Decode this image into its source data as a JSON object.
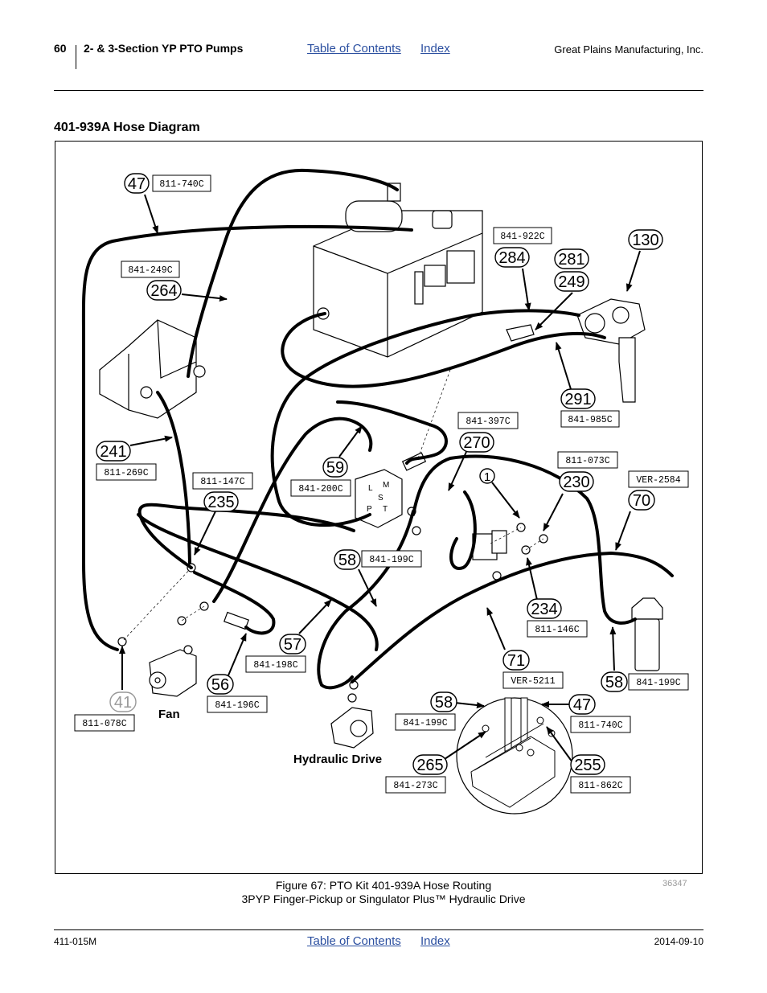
{
  "header": {
    "page_number": "60",
    "section_title": "2- & 3-Section YP PTO Pumps",
    "toc_link": "Table of Contents",
    "index_link": "Index",
    "company": "Great Plains Manufacturing, Inc."
  },
  "section": {
    "title": "401-939A Hose Diagram"
  },
  "diagram": {
    "callouts": [
      {
        "num": "47",
        "part": "811-740C"
      },
      {
        "num": "264",
        "part": "841-249C"
      },
      {
        "num": "284",
        "part": "841-922C"
      },
      {
        "num": "281"
      },
      {
        "num": "249"
      },
      {
        "num": "130"
      },
      {
        "num": "291",
        "part": "841-985C"
      },
      {
        "num": "241",
        "part": "811-269C"
      },
      {
        "num": "59",
        "part": "841-200C"
      },
      {
        "num": "270",
        "part": "841-397C"
      },
      {
        "num": "235",
        "part": "811-147C"
      },
      {
        "num": "1",
        "part": "811-073C"
      },
      {
        "num": "230"
      },
      {
        "num": "70",
        "part": "VER-2584"
      },
      {
        "num": "58",
        "part": "841-199C"
      },
      {
        "num": "234",
        "part": "811-146C"
      },
      {
        "num": "57",
        "part": "841-198C"
      },
      {
        "num": "71",
        "part": "VER-5211"
      },
      {
        "num": "58",
        "part": "841-199C"
      },
      {
        "num": "56",
        "part": "841-196C"
      },
      {
        "num": "41",
        "part": "811-078C"
      },
      {
        "num": "58",
        "part": "841-199C"
      },
      {
        "num": "47",
        "part": "811-740C"
      },
      {
        "num": "265",
        "part": "841-273C"
      },
      {
        "num": "255",
        "part": "811-862C"
      }
    ],
    "labels": {
      "fan": "Fan",
      "hydraulic_drive": "Hydraulic Drive"
    },
    "valve_letters": [
      "L",
      "S",
      "M",
      "P",
      "T"
    ]
  },
  "figure": {
    "caption_line1": "Figure 67: PTO Kit 401-939A Hose Routing",
    "caption_line2": "3PYP Finger-Pickup or Singulator Plus™ Hydraulic Drive",
    "image_id": "36347"
  },
  "footer": {
    "doc_number": "411-015M",
    "toc_link": "Table of Contents",
    "index_link": "Index",
    "date": "2014-09-10"
  }
}
